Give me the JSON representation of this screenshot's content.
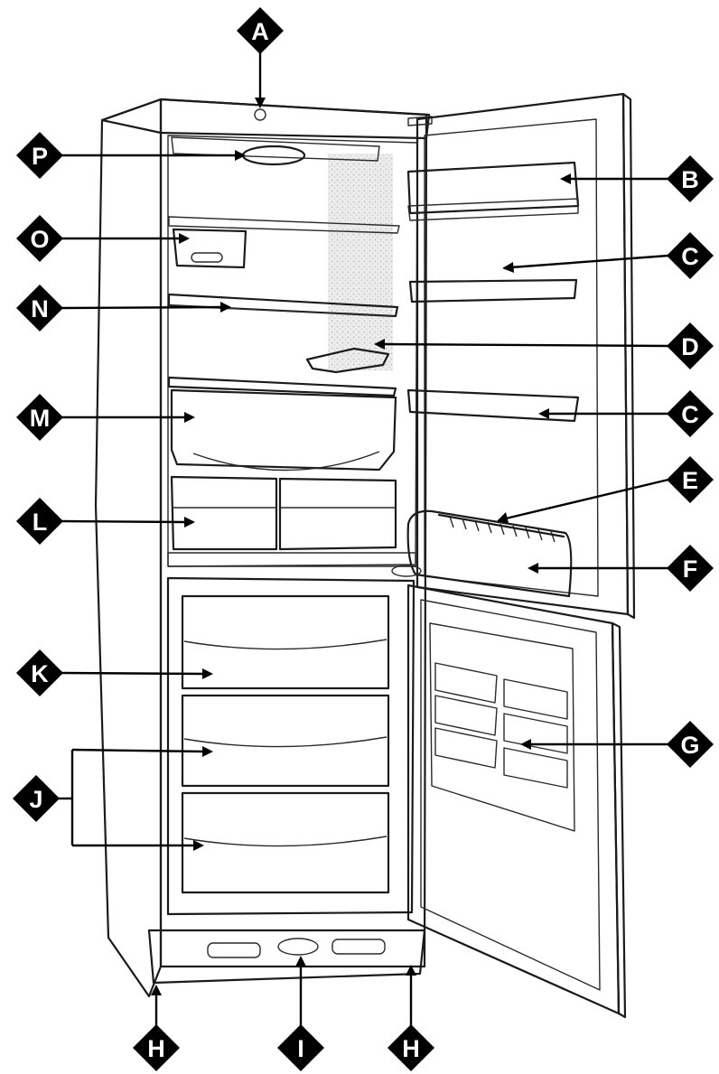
{
  "diagram": {
    "colors": {
      "outline": "#1b1b1b",
      "callout": "#000000",
      "callout_text": "#ffffff",
      "surface": "#f4f4f4",
      "shade": "#9a9a9a"
    },
    "callouts": [
      {
        "id": "A",
        "letter": "A"
      },
      {
        "id": "B",
        "letter": "B"
      },
      {
        "id": "C1",
        "letter": "C"
      },
      {
        "id": "D",
        "letter": "D"
      },
      {
        "id": "C2",
        "letter": "C"
      },
      {
        "id": "E",
        "letter": "E"
      },
      {
        "id": "F",
        "letter": "F"
      },
      {
        "id": "G",
        "letter": "G"
      },
      {
        "id": "P",
        "letter": "P"
      },
      {
        "id": "O",
        "letter": "O"
      },
      {
        "id": "N",
        "letter": "N"
      },
      {
        "id": "M",
        "letter": "M"
      },
      {
        "id": "L",
        "letter": "L"
      },
      {
        "id": "K",
        "letter": "K"
      },
      {
        "id": "J",
        "letter": "J"
      },
      {
        "id": "H1",
        "letter": "H"
      },
      {
        "id": "I",
        "letter": "I"
      },
      {
        "id": "H2",
        "letter": "H"
      }
    ]
  }
}
